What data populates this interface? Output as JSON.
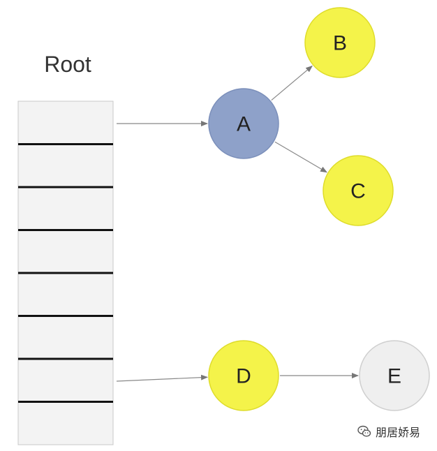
{
  "diagram": {
    "root_label": "Root",
    "root_slots": 8,
    "nodes": [
      {
        "id": "A",
        "label": "A",
        "fill": "#8ea1c9",
        "stroke": "#7b8fba"
      },
      {
        "id": "B",
        "label": "B",
        "fill": "#f4f34a",
        "stroke": "#dedc2a"
      },
      {
        "id": "C",
        "label": "C",
        "fill": "#f4f34a",
        "stroke": "#dedc2a"
      },
      {
        "id": "D",
        "label": "D",
        "fill": "#f4f34a",
        "stroke": "#dedc2a"
      },
      {
        "id": "E",
        "label": "E",
        "fill": "#efefef",
        "stroke": "#cfcfcf"
      }
    ],
    "edges": [
      {
        "from": "Root[0]",
        "to": "A"
      },
      {
        "from": "A",
        "to": "B"
      },
      {
        "from": "A",
        "to": "C"
      },
      {
        "from": "Root[6]",
        "to": "D"
      },
      {
        "from": "D",
        "to": "E"
      }
    ],
    "colors": {
      "edge": "#888888",
      "slot_fill": "#f3f3f3",
      "slot_border": "#111111"
    }
  },
  "watermark": {
    "text": "朋居娇易",
    "icon": "wechat-icon"
  }
}
